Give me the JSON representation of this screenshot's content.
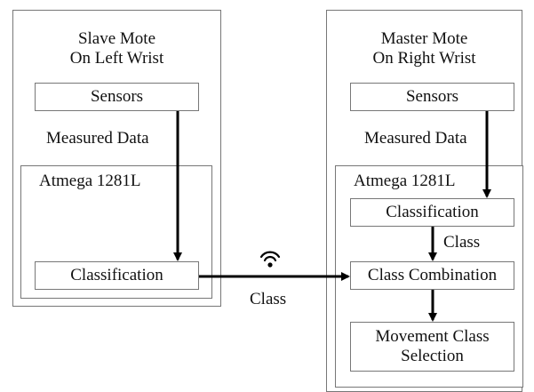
{
  "left_mote": {
    "title_line1": "Slave Mote",
    "title_line2": "On Left Wrist",
    "sensors": "Sensors",
    "measured_data": "Measured Data",
    "mcu": "Atmega 1281L",
    "classification": "Classification"
  },
  "right_mote": {
    "title_line1": "Master Mote",
    "title_line2": "On Right Wrist",
    "sensors": "Sensors",
    "measured_data": "Measured Data",
    "mcu": "Atmega 1281L",
    "classification": "Classification",
    "class_label": "Class",
    "class_combination": "Class Combination",
    "movement_line1": "Movement Class",
    "movement_line2": "Selection"
  },
  "link": {
    "label": "Class",
    "icon": "wireless-signal-icon"
  },
  "colors": {
    "border": "#777777",
    "arrow": "#000000",
    "text": "#111111"
  }
}
